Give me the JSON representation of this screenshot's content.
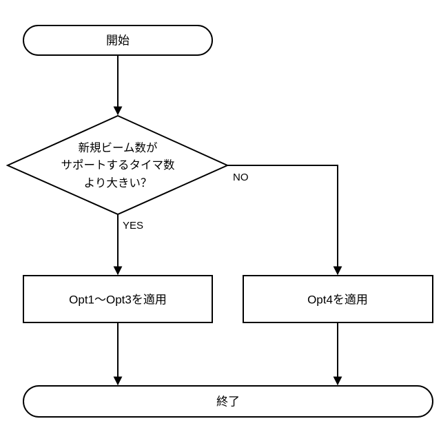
{
  "diagram": {
    "type": "flowchart",
    "colors": {
      "background": "#ffffff",
      "stroke": "#000000",
      "text": "#000000"
    },
    "nodes": {
      "start": {
        "type": "terminator",
        "label": "開始"
      },
      "decision": {
        "type": "decision",
        "lines": [
          "新規ビーム数が",
          "サポートするタイマ数",
          "より大きい？"
        ]
      },
      "process_left": {
        "type": "process",
        "label": "Opt1〜Opt3を適用"
      },
      "process_right": {
        "type": "process",
        "label": "Opt4を適用"
      },
      "end": {
        "type": "terminator",
        "label": "終了"
      }
    },
    "edges": {
      "yes": {
        "label": "YES"
      },
      "no": {
        "label": "NO"
      }
    }
  }
}
